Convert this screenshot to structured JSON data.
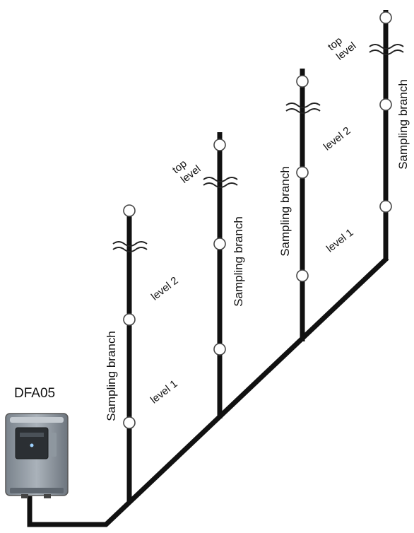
{
  "device": {
    "name": "DFA05"
  },
  "branches": [
    {
      "branch_label": "Sampling branch",
      "level1_label": "level 1",
      "level2_label": "level 2",
      "top_label": ""
    },
    {
      "branch_label": "Sampling branch",
      "level1_label": "",
      "level2_label": "",
      "top_label": "top\nlevel"
    },
    {
      "branch_label": "Sampling branch",
      "level1_label": "level 1",
      "level2_label": "level 2",
      "top_label": ""
    },
    {
      "branch_label": "Sampling branch",
      "level1_label": "",
      "level2_label": "",
      "top_label": "top\nlevel"
    }
  ],
  "colors": {
    "pipe": "#111111",
    "device_body": "#8a939d",
    "device_panel": "#2b2f33"
  }
}
